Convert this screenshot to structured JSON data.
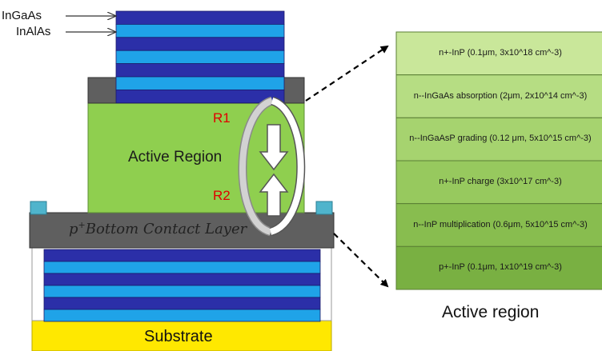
{
  "labels": {
    "ingaas": "InGaAs",
    "inalas": "InAlAs",
    "active_region": "Active Region",
    "r1": "R1",
    "r2": "R2",
    "contact_prefix": "p",
    "contact_sup": "+",
    "contact_text": "Bottom Contact Layer",
    "substrate": "Substrate",
    "caption": "Active region"
  },
  "layers": [
    {
      "text": "n+-InP (0.1μm, 3x10^18 cm^-3)",
      "color": "#c9e79a"
    },
    {
      "text": "n--InGaAs absorption (2μm, 2x10^14 cm^-3)",
      "color": "#b6dd83"
    },
    {
      "text": "n--InGaAsP grading (0.12 μm, 5x10^15 cm^-3)",
      "color": "#a6d36f"
    },
    {
      "text": "n+-InP charge (3x10^17 cm^-3)",
      "color": "#97c95e"
    },
    {
      "text": "n--InP multiplication (0.6μm, 5x10^15 cm^-3)",
      "color": "#88bd4f"
    },
    {
      "text": "p+-InP (0.1μm, 1x10^19 cm^-3)",
      "color": "#79b042"
    }
  ],
  "colors": {
    "dbr_dark": "#2b2fa8",
    "dbr_light": "#1fa3e8",
    "active": "#8fcf4f",
    "contact": "#5f5f5f",
    "substrate": "#ffe800",
    "pad": "#4fb4cc",
    "r_labels": "#e00000"
  }
}
